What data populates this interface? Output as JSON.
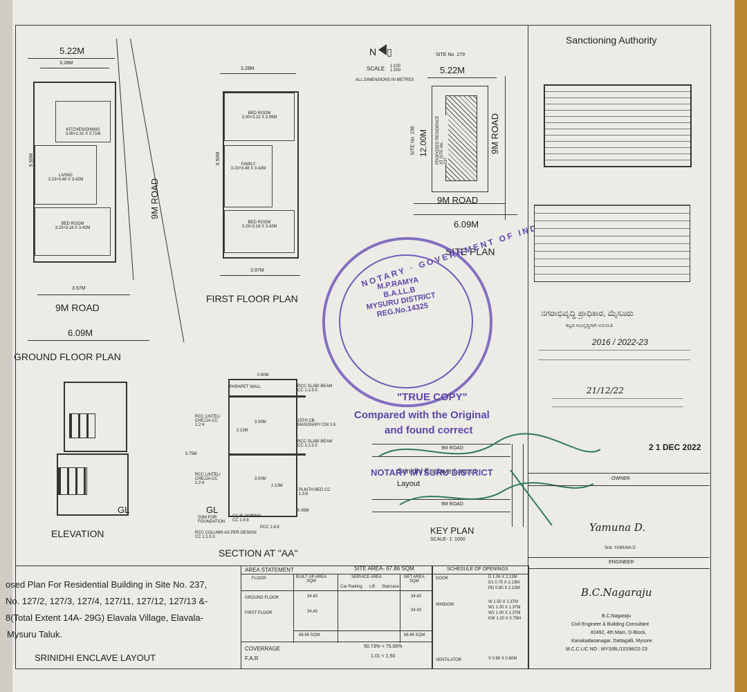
{
  "sheet": {
    "north_label": "N",
    "scale_label": "SCALE",
    "scale_value": "1:100\n1:200",
    "dimensions_note": "ALL DIMENSIONS IN METRES"
  },
  "ground_floor": {
    "title": "GROUND FLOOR PLAN",
    "dim_top": "5.22M",
    "dim_inner_top": "3.28M",
    "dim_bottom_inner": "3.97M",
    "dim_bottom": "6.09M",
    "road_bottom": "9M ROAD",
    "road_side": "9M ROAD",
    "height": "9.50M",
    "rooms": [
      "KITCHEN/DINING\n3.00×2.32 X 3.71M",
      "LIVING\n3.23×3.48 X 3.42M",
      "BED ROOM\n3.23×3.18 X 3.42M"
    ]
  },
  "first_floor": {
    "title": "FIRST FLOOR PLAN",
    "dim_top": "3.28M",
    "dim_bottom": "3.97M",
    "height": "9.50M",
    "rooms": [
      "BED ROOM\n3.00×3.22 X 3.99M",
      "FAMILY\n3.23×3.48 X 3.42M",
      "BED ROOM\n3.23×3.18 X 3.42M"
    ]
  },
  "site_plan": {
    "site_no": "SITE No. 279",
    "dim_top": "5.22M",
    "dim_side": "12.00M",
    "left_site": "SITE No. 238",
    "label": "PROPOSED RESIDENCE\nAT SITE No.\n237",
    "road_side": "9M ROAD",
    "road_bottom": "9M ROAD",
    "dim_bottom": "6.09M",
    "title": "SITE PLAN"
  },
  "elevation": {
    "title": "ELEVATION",
    "gl": "GL"
  },
  "section": {
    "title": "SECTION AT \"AA\"",
    "gl": "GL",
    "labels": [
      "PARAPET WALL",
      "RCC SLAB/ BEAM CC 1:1.5:3",
      "15TH CB MASONARY CM 1:6",
      "RCC SLAB/ BEAM CC 1:1.5:3",
      "RCC LINTEL/ CHEJJA CC 1:2:4",
      "RCC LINTEL/ CHEJJA CC 1:2:4",
      "PLINTH BED CC 1:3:6",
      "SSM FOR FOUNDATION",
      "CC FLOORING CC 1:4:8",
      "PCC 1:4:8",
      "RCC COLUMN AS PER DESIGN CC 1:1.5:3"
    ],
    "heights": [
      "3.00M",
      "3.00M",
      "2.13M",
      "2.13M",
      "5.75M",
      "0.90M",
      "0.45M"
    ]
  },
  "key_plan": {
    "road_top": "9M ROAD",
    "road_bottom": "9M ROAD",
    "layout": "Srinidhi Enclave Layout",
    "title": "KEY PLAN",
    "scale": "SCALE- 1: 1000"
  },
  "stamp": {
    "ring_text": "NOTARY · GOVERNMENT OF INDIA",
    "inner": "M.P.RAMYA\nB.A.LL.B\nMYSURU DISTRICT\nREG.No.14325",
    "true_copy": "\"TRUE COPY\"",
    "compared": "Compared with the Original",
    "found": "and found correct",
    "notary": "NOTARY MYSURU DISTRICT"
  },
  "authority": {
    "title": "Sanctioning Authority",
    "office": "ನಗರಾಭಿವೃದ್ಧಿ ಪ್ರಾಧಿಕಾರ, ಮೈಸೂರು",
    "subtitle": "ಕಟ್ಟಡ ಅಭಿವೃದ್ಧಿಗಾಗಿ ಅನುಮತಿ",
    "number": "2016 / 2022-23",
    "date_stamp": "2 1 DEC 2022",
    "sign_date": "21/12/22"
  },
  "owner": {
    "header": "OWNER",
    "name": "Smt. YAMUNA D",
    "signature": "Yamuna D."
  },
  "engineer": {
    "header": "ENGINEER",
    "name": "B.C.Nagaraju",
    "role": "Civil Engineer & Building Consultant",
    "address1": "#2492, 4th Main, D-Block,",
    "address2": "Kanakadasanagar, Dattagalli, Mysore.",
    "licence": "M.C.C LIC NO : MYS/BL/10198/22-23",
    "signature": "B.C.Nagaraju"
  },
  "title_block": {
    "line1": "osed Plan For Residential Building in Site No. 237,",
    "line2": "No. 127/2, 127/3, 127/4, 127/11, 127/12, 127/13 &-",
    "line3": "8(Total Extent 14A- 29G) Elavala Village, Elavala-",
    "line4": "Mysuru Taluk.",
    "line5": "SRINIDHI ENCLAVE LAYOUT"
  },
  "area_statement": {
    "header": "AREA STATEMENT",
    "site_area": "SITE AREA- 67.86 SQM",
    "columns": [
      "FLOOR",
      "BUILT UP AREA\nSQM",
      "SERVICE AREA",
      "NET AREA\nSQM"
    ],
    "service_cols": [
      "Car Parking",
      "Lift",
      "Staircase"
    ],
    "rows": [
      {
        "floor": "GROUND FLOOR",
        "built": "34.43",
        "net": "34.43"
      },
      {
        "floor": "FIRST FLOOR",
        "built": "34.43",
        "net": "34.43"
      }
    ],
    "total_built": "68.86 SQM",
    "total_net": "68.86 SQM",
    "coverage_label": "COVERRAGE",
    "coverage": "50.73%  <  75.00%",
    "far_label": "F.A.R",
    "far": "1.01  <  1.50"
  },
  "openings": {
    "header": "SCHEDULE OF OPENINGS",
    "door_label": "DOOR",
    "doors": [
      "D    1.06 X 2.13M",
      "D1   0.75 X 2.13M",
      "PD   0.90 X 2.13M"
    ],
    "window_label": "WINDOW",
    "windows": [
      "W    1.50 X 1.37M",
      "W1   1.20 X 1.37M",
      "W2   1.00 X 1.37M",
      "KW   1.20 X 0.75M"
    ],
    "vent_label": "VENTILATOR",
    "vent": "V    0.90 X 0.60M"
  }
}
